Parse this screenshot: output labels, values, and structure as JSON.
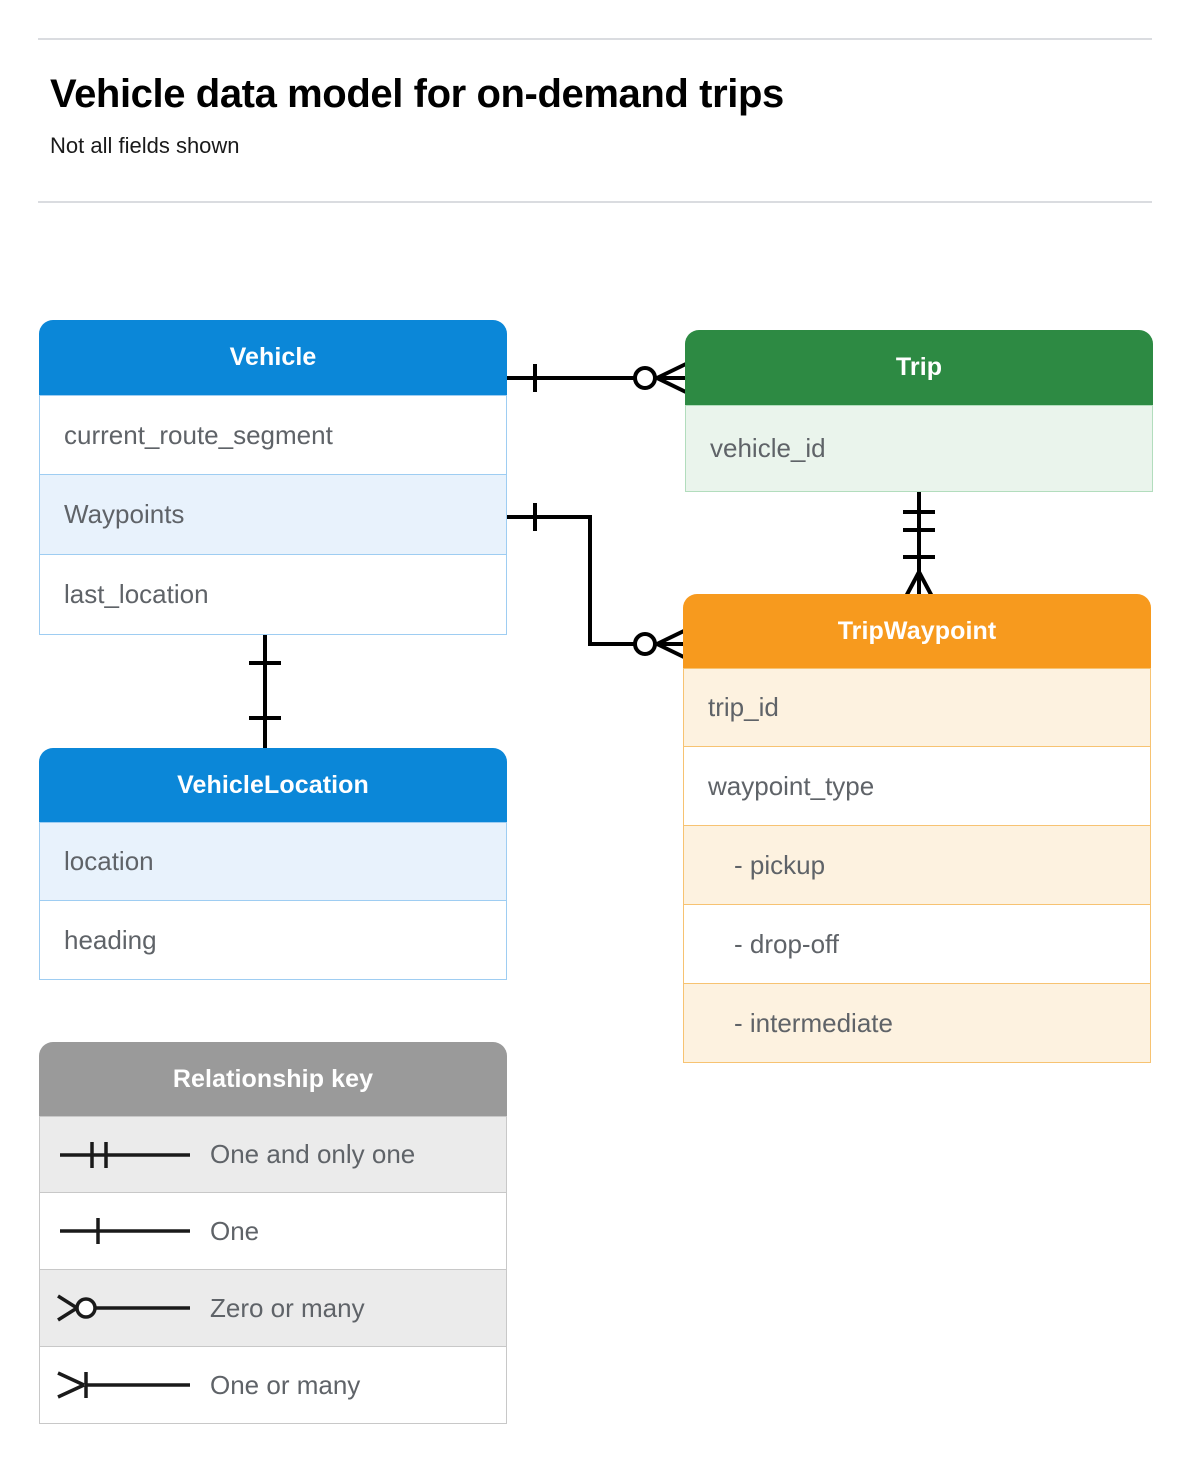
{
  "header": {
    "title": "Vehicle data model for on-demand trips",
    "subtitle": "Not all fields shown"
  },
  "colors": {
    "blue": "#0b87d8",
    "blue_row": "#e8f2fc",
    "blue_border": "#9ecdf2",
    "green": "#2d8a43",
    "green_row": "#eaf4ec",
    "green_border": "#b2ddbd",
    "orange": "#f79a1e",
    "orange_row": "#fdf2e0",
    "orange_border": "#f7c372",
    "gray": "#9a9a9a",
    "gray_row": "#ebebeb",
    "gray_border": "#c8c8c8",
    "text": "#5f6368",
    "line": "#000000",
    "rule": "#dadce0"
  },
  "entities": {
    "vehicle": {
      "name": "Vehicle",
      "fields": [
        {
          "label": "current_route_segment"
        },
        {
          "label": "Waypoints"
        },
        {
          "label": "last_location"
        }
      ]
    },
    "trip": {
      "name": "Trip",
      "fields": [
        {
          "label": "vehicle_id"
        }
      ]
    },
    "trip_waypoint": {
      "name": "TripWaypoint",
      "fields": [
        {
          "label": "trip_id"
        },
        {
          "label": "waypoint_type"
        },
        {
          "label": "-  pickup"
        },
        {
          "label": "-  drop-off"
        },
        {
          "label": "-  intermediate"
        }
      ]
    },
    "vehicle_location": {
      "name": "VehicleLocation",
      "fields": [
        {
          "label": "location"
        },
        {
          "label": "heading"
        }
      ]
    }
  },
  "legend": {
    "title": "Relationship key",
    "rows": [
      {
        "symbol": "one-and-only-one",
        "label": "One and only one"
      },
      {
        "symbol": "one",
        "label": "One"
      },
      {
        "symbol": "zero-or-many",
        "label": "Zero or many"
      },
      {
        "symbol": "one-or-many",
        "label": "One or many"
      }
    ]
  },
  "relationships": [
    {
      "from": "Vehicle",
      "to": "Trip",
      "from_cardinality": "One",
      "to_cardinality": "Zero or many"
    },
    {
      "from": "Vehicle.Waypoints",
      "to": "TripWaypoint",
      "from_cardinality": "One",
      "to_cardinality": "Zero or many"
    },
    {
      "from": "Trip",
      "to": "TripWaypoint",
      "from_cardinality": "One and only one",
      "to_cardinality": "One or many"
    },
    {
      "from": "Vehicle",
      "to": "VehicleLocation",
      "from_cardinality": "One",
      "to_cardinality": "One"
    }
  ]
}
